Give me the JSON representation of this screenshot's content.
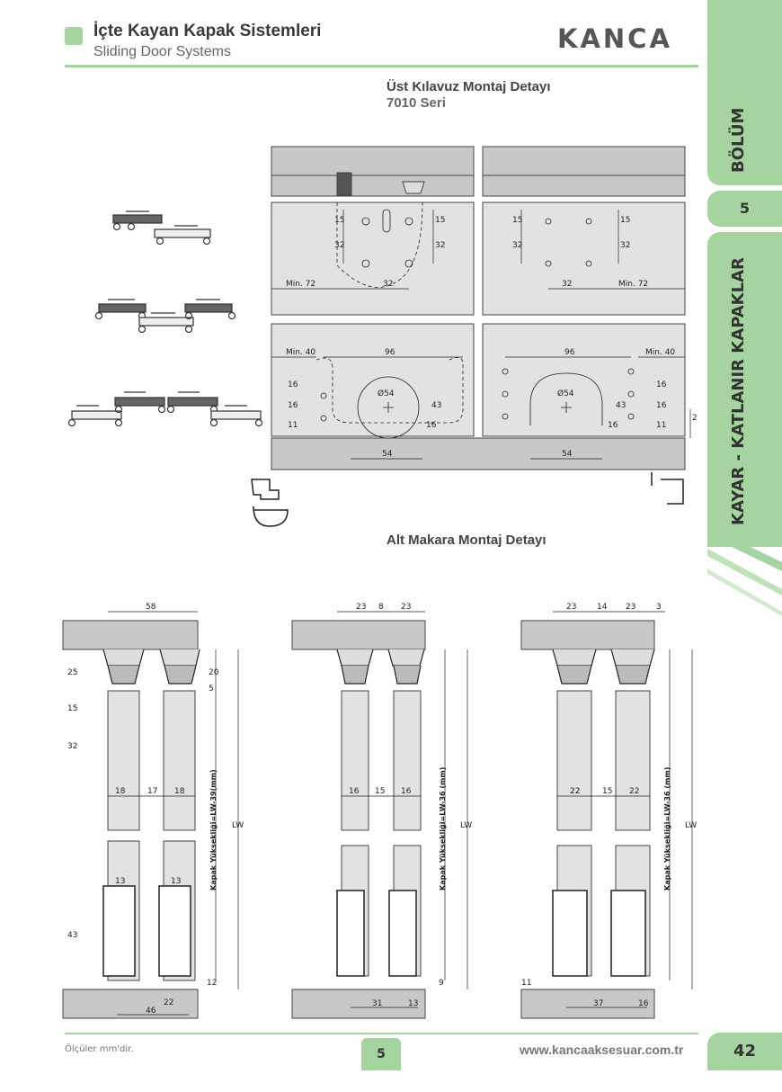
{
  "header": {
    "title_tr": "İçte Kayan Kapak Sistemleri",
    "title_en": "Sliding Door Systems",
    "logo": "KANCA"
  },
  "sidebar": {
    "section_label": "BÖLÜM",
    "section_number": "5",
    "category": "KAYAR - KATLANIR KAPAKLAR"
  },
  "top_section": {
    "title": "Üst Kılavuz Montaj Detayı",
    "subtitle": "7010 Seri"
  },
  "bottom_section": {
    "title": "Alt Makara Montaj Detayı"
  },
  "dims_top": {
    "d15": "15",
    "d32": "32",
    "min72": "Min. 72",
    "min40": "Min. 40",
    "d96": "96",
    "d54": "54",
    "d16": "16",
    "d11": "11",
    "d43": "43",
    "d2": "2",
    "phi54": "Ø54"
  },
  "dims_bottom": {
    "a58": "58",
    "a25": "25",
    "a20": "20",
    "a5": "5",
    "a15": "15",
    "a32": "32",
    "a18": "18",
    "a17": "17",
    "a13": "13",
    "a43": "43",
    "a12": "12",
    "a22": "22",
    "a46": "46",
    "lw": "LW",
    "formula1": "Kapak Yüksekliği=LW-39(mm)",
    "b23": "23",
    "b8": "8",
    "b16": "16",
    "b15": "15",
    "b9": "9",
    "b31": "31",
    "b13": "13",
    "formula2": "Kapak Yüksekliği=LW-36 (mm)",
    "c14": "14",
    "c3": "3",
    "c22": "22",
    "c11": "11",
    "c37": "37"
  },
  "footer": {
    "note": "Ölçüler mm'dir.",
    "page_box": "5",
    "website": "www.kancaaksesuar.com.tr",
    "page_number": "42"
  },
  "colors": {
    "accent": "#a6d4a0",
    "panel": "#e2e2e2",
    "rail": "#c8c8c8",
    "line": "#222222"
  }
}
